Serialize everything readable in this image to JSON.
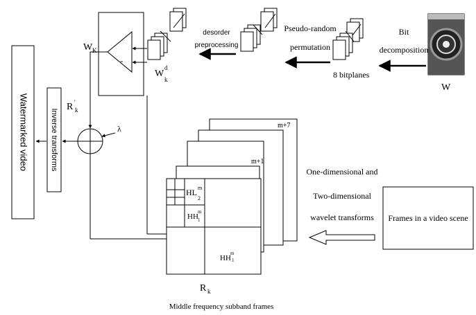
{
  "labels": {
    "bit_decomposition_1": "Bit",
    "bit_decomposition_2": "decomposition",
    "bitplanes": "8 bitplanes",
    "w": "W",
    "pseudo_random_1": "Pseudo-random",
    "pseudo_random_2": "permutation",
    "disorder_1": "desorder",
    "disorder_2": "preprocessing",
    "wk": "W",
    "wk_sub": "K",
    "wdk": "W",
    "wdk_sup": "d",
    "wdk_sub": "k",
    "minus": "-",
    "rk_prime": "R",
    "rk_prime_sup": "'",
    "rk_prime_sub": "k",
    "lambda": "λ",
    "watermarked_video": "Watermarked video",
    "inverse_transforms": "Inverse transforms",
    "hl": "HL",
    "hl_sup": "m",
    "hl_sub": "2",
    "hh1": "HH",
    "hh1_sup": "m",
    "hh1_sub": "1",
    "hhm": "HH",
    "hhm_sup": "m",
    "hhm_sub": "1",
    "m1": "m+1",
    "m7": "m+7",
    "rk": "R",
    "rk_sub": "k",
    "middle_freq": "Middle frequency subband frames",
    "transform_1": "One-dimensional and",
    "transform_2": "Two-dimensional",
    "transform_3": "wavelet transforms",
    "frames": "Frames in a video scene"
  }
}
